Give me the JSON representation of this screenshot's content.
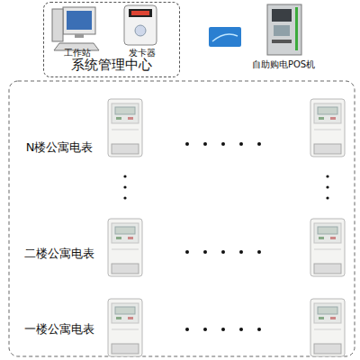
{
  "diagram": {
    "nodes": [
      {
        "text": [
          "系统管理中心"
        ]
      },
      {
        "text": [
          "工作站"
        ],
        "in": 0
      },
      {
        "text": [
          "发卡器"
        ],
        "in": 0
      },
      {
        "text": [
          "自助购电POS机"
        ]
      }
    ],
    "labels": [
      "N楼公寓电表",
      "二楼公寓电表",
      "一楼公寓电表"
    ]
  }
}
